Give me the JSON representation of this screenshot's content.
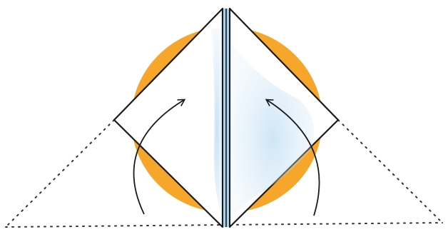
{
  "diagram": {
    "colors": {
      "background": "#ffffff",
      "circle_fill": "#f6a62a",
      "paper_fill": "#ffffff",
      "paper_shade": "#a9d2f0",
      "paper_shade_light": "#d7eaf8",
      "outline": "#1a1a1a",
      "fold_guide": "#333333",
      "arrow": "#1a1a1a"
    },
    "elements": {
      "circle": "orange-disc",
      "left_flap": "folded-flap-left",
      "right_flap": "folded-flap-right",
      "fold_guides": "dotted-fold-lines",
      "arrows": "curved-fold-arrows"
    }
  }
}
